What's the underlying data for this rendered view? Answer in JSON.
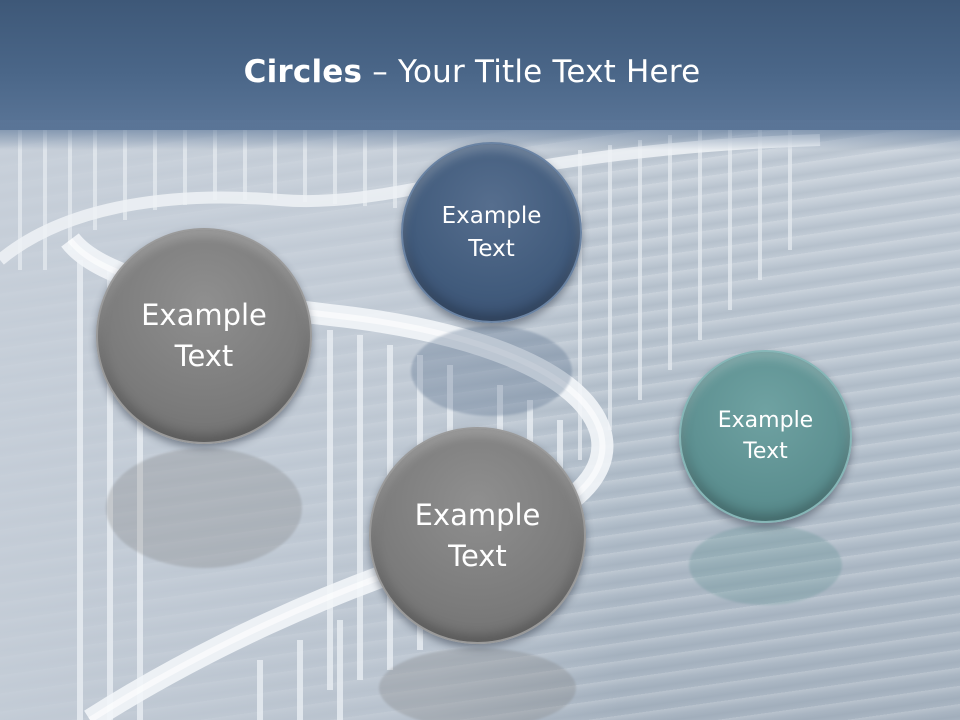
{
  "title": {
    "bold_part": "Circles",
    "rest_part": " – Your Title Text Here"
  },
  "circles": [
    {
      "label": "Example\nText",
      "color": "#7b7b7b"
    },
    {
      "label": "Example\nText",
      "color": "#415b7c"
    },
    {
      "label": "Example\nText",
      "color": "#5d9091"
    },
    {
      "label": "Example\nText",
      "color": "#7b7b7b"
    }
  ],
  "colors": {
    "title_bar": "#4a6688",
    "background": "#c3ccd6"
  }
}
